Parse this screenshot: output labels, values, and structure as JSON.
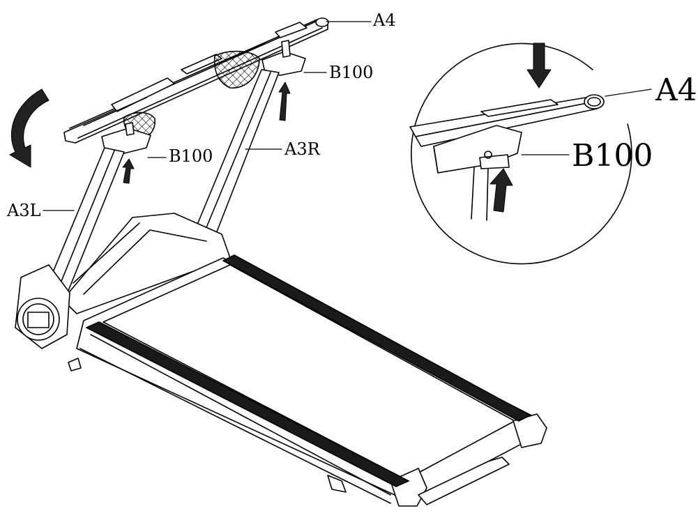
{
  "labels": {
    "a4_main": "A4",
    "b100_right": "B100",
    "b100_left": "B100",
    "a3r": "A3R",
    "a3l": "A3L",
    "a4_detail": "A4",
    "b100_detail": "B100"
  },
  "colors": {
    "line": "#000000",
    "background": "#ffffff",
    "belt_dark": "#1a1a1a",
    "arrow": "#222222"
  },
  "icons": [
    "fold-rotation-arrow-icon",
    "push-up-arrow-icon",
    "press-down-arrow-icon"
  ]
}
